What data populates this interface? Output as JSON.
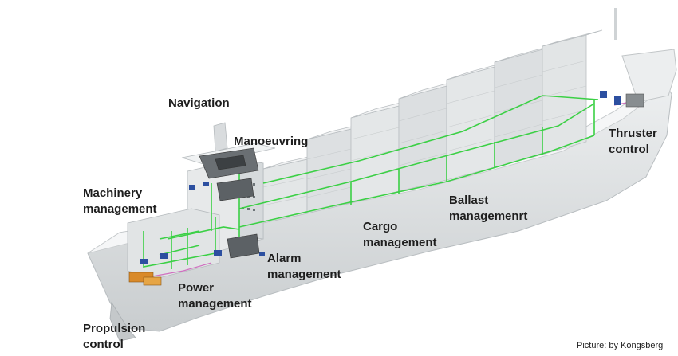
{
  "labels": {
    "navigation": "Navigation",
    "manoeuvring": "Manoeuvring",
    "machinery_1": "Machinery",
    "machinery_2": "management",
    "thruster_1": "Thruster",
    "thruster_2": "control",
    "ballast_1": "Ballast",
    "ballast_2": "managemenrt",
    "cargo_1": "Cargo",
    "cargo_2": "management",
    "alarm_1": "Alarm",
    "alarm_2": "management",
    "power_1": "Power",
    "power_2": "management",
    "propulsion_1": "Propulsion",
    "propulsion_2": "control"
  },
  "credit": "Picture: by Kongsberg",
  "colors": {
    "network": "#3bd045",
    "hull": "#e6e9ea",
    "container": "#dadedf",
    "equipment_blue": "#2c4fa0",
    "equipment_orange": "#d98a2a",
    "console": "#555555",
    "wiring": "#d070c0"
  }
}
